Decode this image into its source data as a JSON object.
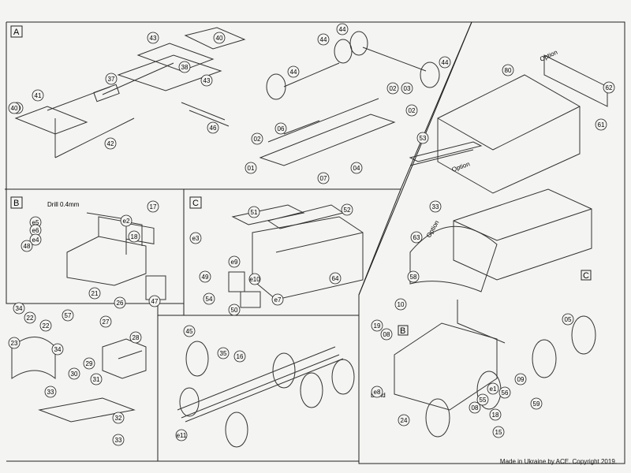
{
  "panels": {
    "A": {
      "letter": "A",
      "parts": [
        "40",
        "41",
        "37",
        "43",
        "38",
        "40",
        "43",
        "40",
        "42",
        "46",
        "44",
        "44",
        "44",
        "44",
        "02",
        "03",
        "02",
        "06",
        "02",
        "01",
        "07",
        "04"
      ]
    },
    "B": {
      "letter": "B",
      "note": "Drill 0.4mm",
      "parts": [
        "e2",
        "17",
        "e5",
        "e6",
        "e4",
        "48",
        "21",
        "47",
        "18"
      ]
    },
    "C": {
      "letter": "C",
      "parts": [
        "51",
        "52",
        "e3",
        "e9",
        "e10",
        "49",
        "e7",
        "54",
        "50",
        "64"
      ]
    },
    "D": {
      "parts": [
        "34",
        "22",
        "57",
        "26",
        "22",
        "34",
        "27",
        "23",
        "28",
        "29",
        "30",
        "31",
        "33",
        "32",
        "33"
      ]
    },
    "E": {
      "parts": [
        "45",
        "35",
        "16",
        "e11"
      ]
    },
    "F": {
      "parts": [
        "80",
        "62",
        "61",
        "53",
        "33",
        "63",
        "58",
        "10",
        "19",
        "08",
        "e8",
        "24",
        "56",
        "59",
        "18",
        "15",
        "05",
        "09",
        "e1",
        "55",
        "08"
      ],
      "options": [
        "Option",
        "Option",
        "Option"
      ],
      "letters": [
        "B",
        "C"
      ],
      "bend": "Bend"
    }
  },
  "footer": {
    "copyright": "Made in Ukraine by ACE. Copyright 2019."
  }
}
